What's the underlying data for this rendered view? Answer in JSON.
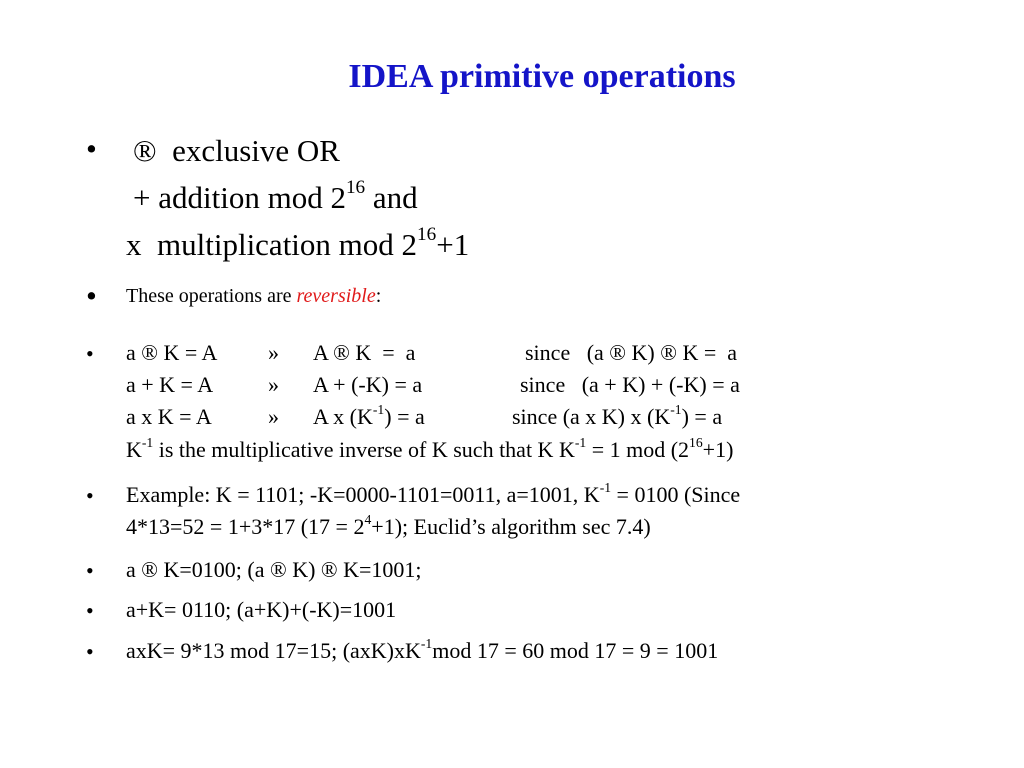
{
  "title": "IDEA primitive operations",
  "bullet_char": "•",
  "ops": {
    "xor_symbol": "®",
    "xor_label": "exclusive OR",
    "add_symbol": "+",
    "add_label": "addition mod 2",
    "add_exp": "16",
    "add_tail": " and",
    "mul_symbol": "x",
    "mul_label": "multiplication mod 2",
    "mul_exp": "16",
    "mul_tail": "+1"
  },
  "reversible": {
    "prefix": "These operations are ",
    "emph": "reversible",
    "suffix": ":"
  },
  "identities": [
    {
      "left": "a ® K = A",
      "arrow": "»",
      "mid": "A ® K  =  a",
      "since": "since   (a ® K) ® K =  a"
    },
    {
      "left": "a + K = A",
      "arrow": "»",
      "mid": "A + (-K) = a",
      "since": "since   (a + K) + (-K) = a"
    },
    {
      "left": "a x K = A",
      "arrow": "»",
      "mid_pre": "A x (K",
      "mid_sup": "-1",
      "mid_post": ") = a",
      "since_pre": "since (a x K) x (K",
      "since_sup": "-1",
      "since_post": ") = a"
    }
  ],
  "inverse_note": {
    "p1": "K",
    "s1": "-1",
    "p2": " is the multiplicative inverse of K such that K K",
    "s2": "-1",
    "p3": " = 1 mod (2",
    "s3": "16",
    "p4": "+1)"
  },
  "example": {
    "line1_pre": "Example: K = 1101; -K=0000-1101=0011, a=1001, K",
    "line1_sup": "-1",
    "line1_post": " = 0100 (Since",
    "line2_pre": "4*13=52 = 1+3*17 (17 = 2",
    "line2_sup": "4",
    "line2_post": "+1); Euclid’s algorithm sec 7.4)"
  },
  "bullets": [
    "a ® K=0100; (a ® K) ® K=1001;",
    "a+K= 0110; (a+K)+(-K)=1001"
  ],
  "last": {
    "pre": "axK= 9*13 mod 17=15; (axK)xK",
    "sup": "-1",
    "post": "mod 17 = 60 mod 17 = 9 = 1001"
  }
}
